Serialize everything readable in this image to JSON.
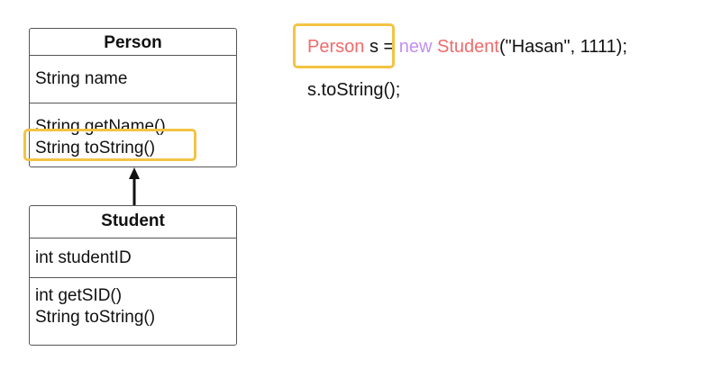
{
  "colors": {
    "highlight": "#f3c343",
    "type_token": "#f06b6b",
    "keyword_token": "#c28ef0",
    "text": "#111111",
    "border": "#555555"
  },
  "uml": {
    "person": {
      "name": "Person",
      "attributes": [
        "String name"
      ],
      "methods": [
        "String getName()",
        "String toString()"
      ]
    },
    "student": {
      "name": "Student",
      "attributes": [
        "int studentID"
      ],
      "methods": [
        "int getSID()",
        "String toString()"
      ]
    },
    "relation": "inheritance-arrow-icon"
  },
  "code": {
    "line1": {
      "type": "Person",
      "var": "s",
      "assign": "=",
      "keyword": "new",
      "ctor": "Student",
      "args": "(\"Hasan\", 1111);"
    },
    "line2": "s.toString();"
  }
}
